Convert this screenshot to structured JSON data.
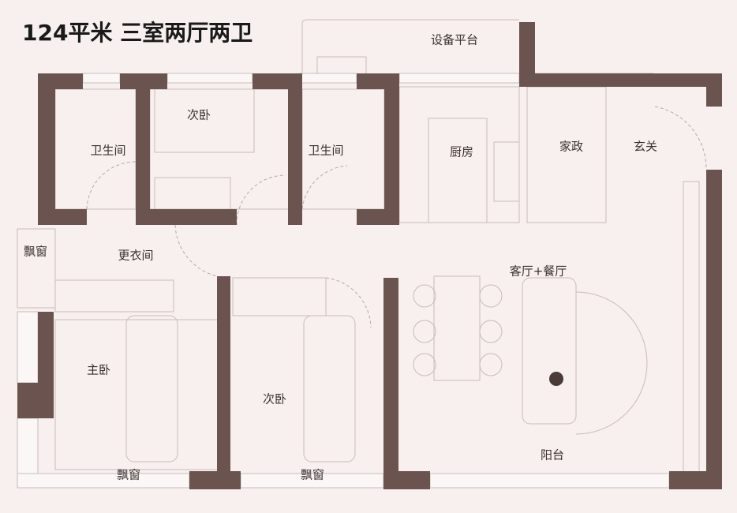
{
  "title": "124平米 三室两厅两卫",
  "rooms": {
    "equipment_platform": "设备平台",
    "second_bedroom_north": "次卧",
    "bathroom_1": "卫生间",
    "bathroom_2": "卫生间",
    "kitchen": "厨房",
    "utility": "家政",
    "entrance": "玄关",
    "bay_window_west": "飘窗",
    "dressing_room": "更衣间",
    "living_dining": "客厅+餐厅",
    "master_bedroom": "主卧",
    "second_bedroom_south": "次卧",
    "balcony": "阳台",
    "bay_window_master": "飘窗",
    "bay_window_second": "飘窗"
  },
  "colors": {
    "wall": "#6b5450",
    "background": "#f7f0ee"
  }
}
